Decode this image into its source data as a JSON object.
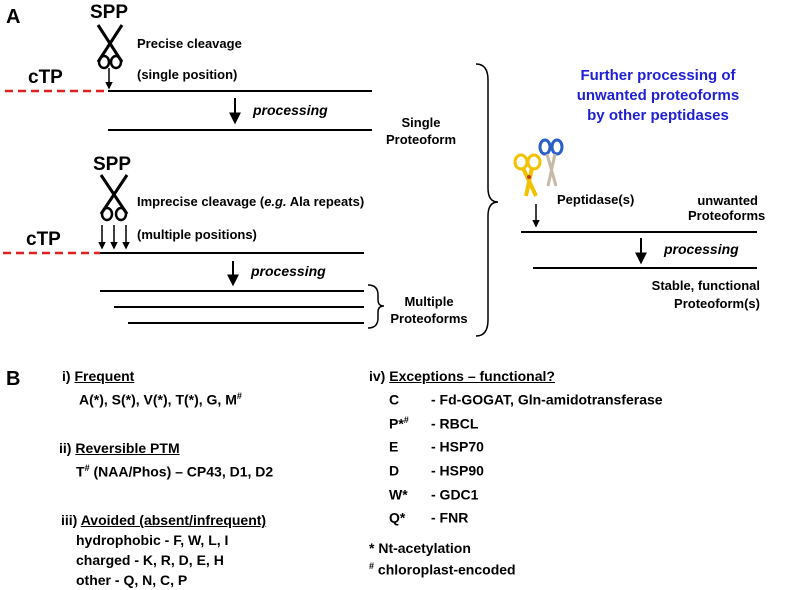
{
  "panel_a": {
    "label": "A",
    "spp_top": "SPP",
    "precise_cleavage": "Precise cleavage",
    "single_position": "(single position)",
    "ctp_top": "cTP",
    "processing_top": "processing",
    "single_proteoform": [
      "Single",
      "Proteoform"
    ],
    "spp_bottom": "SPP",
    "imprecise_prefix": "Imprecise cleavage (",
    "imprecise_eg": "e.g.",
    "imprecise_suffix": " Ala repeats)",
    "multiple_positions": "(multiple positions)",
    "ctp_bottom": "cTP",
    "processing_bottom": "processing",
    "multiple_proteoforms": [
      "Multiple",
      "Proteoforms"
    ],
    "further_processing": [
      "Further processing of",
      "unwanted proteoforms",
      "by other peptidases"
    ],
    "peptidases": "Peptidase(s)",
    "unwanted_proteoforms": [
      "unwanted",
      "Proteoforms"
    ],
    "processing_right": "processing",
    "stable_functional": [
      "Stable, functional",
      "Proteoform(s)"
    ]
  },
  "panel_b": {
    "label": "B",
    "frequent": {
      "num": "i) ",
      "title": "Frequent",
      "items": "A(*), S(*), V(*), T(*), G, M",
      "sup": "#"
    },
    "reversible": {
      "num": "ii) ",
      "title": "Reversible PTM",
      "t": "T",
      "sup": "#",
      "items": " (NAA/Phos)  – CP43, D1, D2"
    },
    "avoided": {
      "num": "iii) ",
      "title": "Avoided (absent/infrequent)",
      "rows": [
        "hydrophobic  - F, W, L, I",
        "charged - K, R, D, E, H",
        "other - Q, N, C, P"
      ]
    },
    "exceptions": {
      "num": "iv) ",
      "title": "Exceptions – functional?",
      "rows": [
        {
          "res": "C",
          "sup": "",
          "name": "- Fd-GOGAT,  Gln-amidotransferase"
        },
        {
          "res": "P*",
          "sup": "#",
          "name": "- RBCL"
        },
        {
          "res": "E",
          "sup": "",
          "name": "- HSP70"
        },
        {
          "res": "D",
          "sup": "",
          "name": "- HSP90"
        },
        {
          "res": "W*",
          "sup": "",
          "name": "- GDC1"
        },
        {
          "res": "Q*",
          "sup": "",
          "name": "- FNR"
        }
      ]
    },
    "notes": {
      "acetylation": "* Nt-acetylation",
      "encoded_sup": "#",
      "encoded": " chloroplast-encoded"
    }
  },
  "colors": {
    "ctp_dash": "#e02020",
    "blue_text": "#1f1fd6",
    "scissor_yellow": "#f2c200",
    "scissor_blue": "#2a5fc7"
  }
}
